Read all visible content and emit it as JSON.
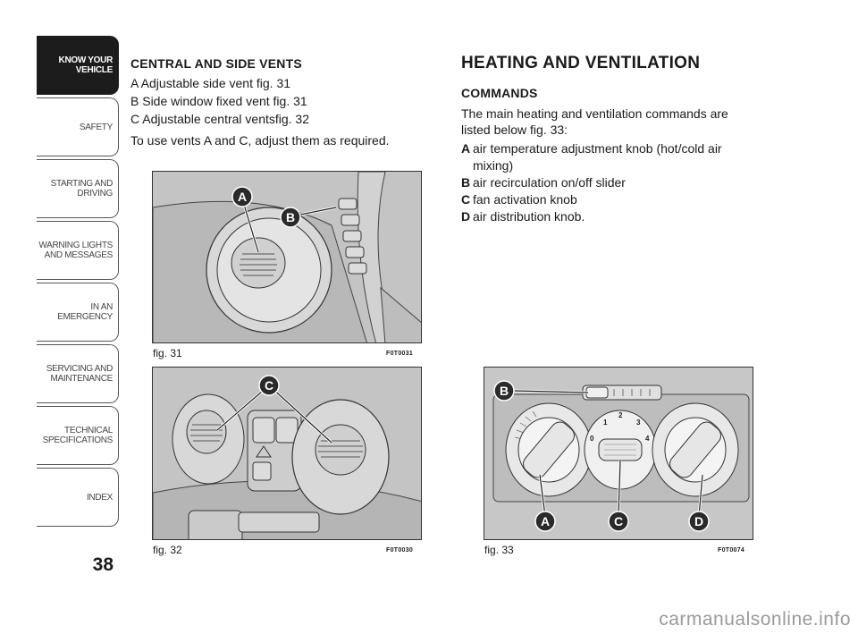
{
  "sidebar": {
    "tabs": [
      {
        "label": "KNOW YOUR\nVEHICLE",
        "active": true
      },
      {
        "label": "SAFETY",
        "active": false
      },
      {
        "label": "STARTING AND\nDRIVING",
        "active": false
      },
      {
        "label": "WARNING LIGHTS\nAND MESSAGES",
        "active": false
      },
      {
        "label": "IN AN EMERGENCY",
        "active": false
      },
      {
        "label": "SERVICING AND\nMAINTENANCE",
        "active": false
      },
      {
        "label": "TECHNICAL\nSPECIFICATIONS",
        "active": false
      },
      {
        "label": "INDEX",
        "active": false
      }
    ],
    "page_number": "38"
  },
  "left": {
    "heading": "CENTRAL AND SIDE VENTS",
    "lines": [
      "A  Adjustable side vent fig. 31",
      "B  Side window fixed vent fig. 31",
      "C  Adjustable central ventsfig. 32"
    ],
    "paragraph": "To use vents A and C, adjust them as required."
  },
  "right": {
    "title": "HEATING AND VENTILATION",
    "heading": "COMMANDS",
    "intro": "The main heating and ventilation commands are listed below fig. 33:",
    "items": [
      {
        "key": "A",
        "text": "air temperature adjustment knob (hot/cold air mixing)"
      },
      {
        "key": "B",
        "text": "air recirculation on/off slider"
      },
      {
        "key": "C",
        "text": "fan activation knob"
      },
      {
        "key": "D",
        "text": "air distribution knob."
      }
    ]
  },
  "figures": {
    "fig31": {
      "caption": "fig. 31",
      "code": "F0T0031",
      "labels": [
        "A",
        "B"
      ]
    },
    "fig32": {
      "caption": "fig. 32",
      "code": "F0T0030",
      "labels": [
        "C"
      ]
    },
    "fig33": {
      "caption": "fig. 33",
      "code": "F0T0074",
      "labels": [
        "B",
        "A",
        "C",
        "D"
      ],
      "fan_speeds": [
        "0",
        "1",
        "2",
        "3",
        "4"
      ]
    }
  },
  "watermark": "carmanualsonline.info"
}
